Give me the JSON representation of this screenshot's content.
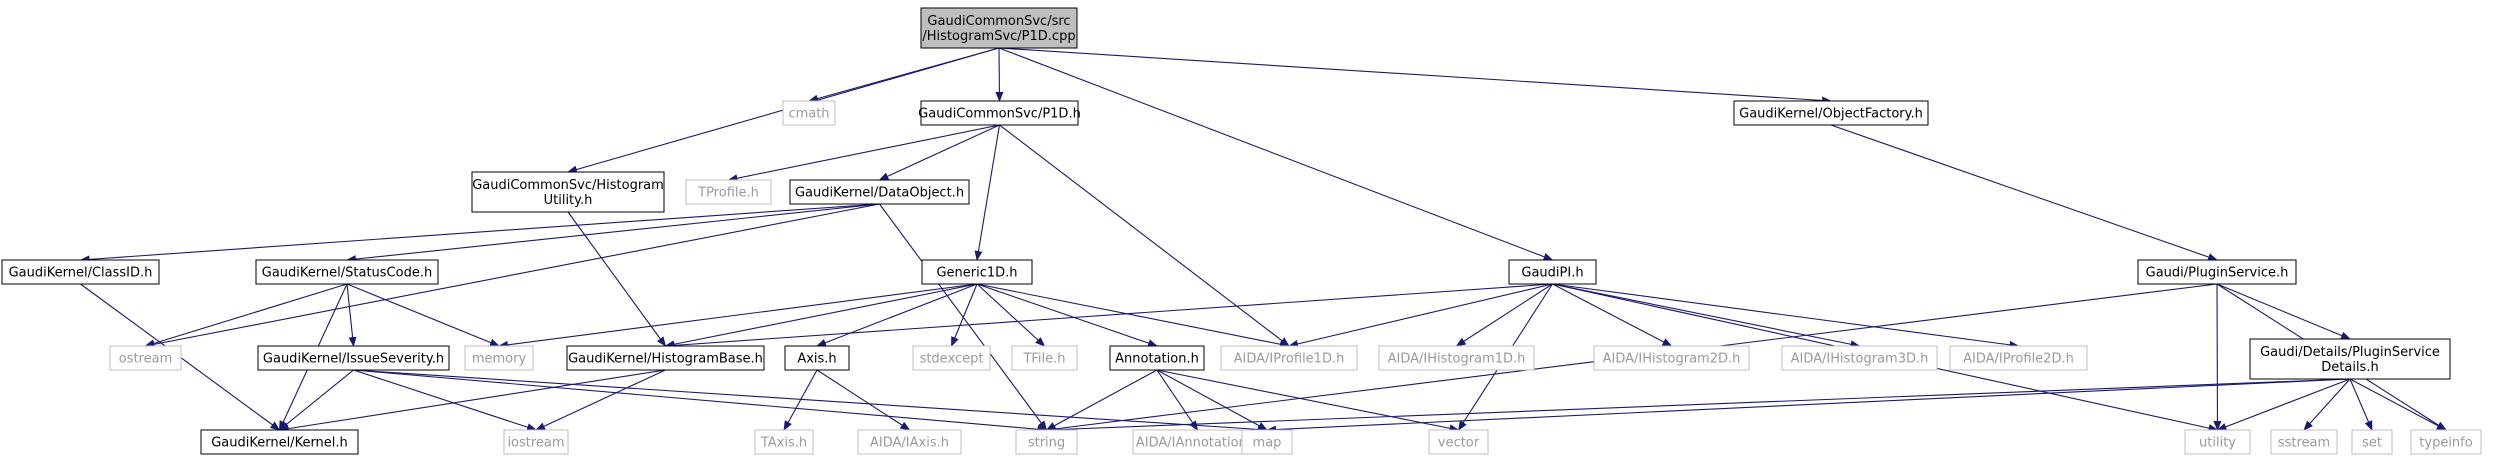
{
  "colors": {
    "edge": "#191970",
    "root_fill": "#bfbfbf",
    "internal_border": "#000000",
    "external_border": "#bfbfbf",
    "external_text": "#9a9a9a"
  },
  "nodes": {
    "root": {
      "lines": [
        "GaudiCommonSvc/src",
        "/HistogramSvc/P1D.cpp"
      ],
      "kind": "root"
    },
    "cmath": {
      "lines": [
        "cmath"
      ],
      "kind": "ext"
    },
    "p1d_h": {
      "lines": [
        "GaudiCommonSvc/P1D.h"
      ],
      "kind": "int"
    },
    "objectfactory": {
      "lines": [
        "GaudiKernel/ObjectFactory.h"
      ],
      "kind": "int"
    },
    "histutil": {
      "lines": [
        "GaudiCommonSvc/Histogram",
        "Utility.h"
      ],
      "kind": "int"
    },
    "tprofile": {
      "lines": [
        "TProfile.h"
      ],
      "kind": "ext"
    },
    "dataobject": {
      "lines": [
        "GaudiKernel/DataObject.h"
      ],
      "kind": "int"
    },
    "classid": {
      "lines": [
        "GaudiKernel/ClassID.h"
      ],
      "kind": "int"
    },
    "statuscode": {
      "lines": [
        "GaudiKernel/StatusCode.h"
      ],
      "kind": "int"
    },
    "generic1d": {
      "lines": [
        "Generic1D.h"
      ],
      "kind": "int"
    },
    "gaudipi": {
      "lines": [
        "GaudiPI.h"
      ],
      "kind": "int"
    },
    "pluginservice": {
      "lines": [
        "Gaudi/PluginService.h"
      ],
      "kind": "int"
    },
    "ostream": {
      "lines": [
        "ostream"
      ],
      "kind": "ext"
    },
    "issueseverity": {
      "lines": [
        "GaudiKernel/IssueSeverity.h"
      ],
      "kind": "int"
    },
    "memory": {
      "lines": [
        "memory"
      ],
      "kind": "ext"
    },
    "histbase": {
      "lines": [
        "GaudiKernel/HistogramBase.h"
      ],
      "kind": "int"
    },
    "axis": {
      "lines": [
        "Axis.h"
      ],
      "kind": "int"
    },
    "stdexcept": {
      "lines": [
        "stdexcept"
      ],
      "kind": "ext"
    },
    "tfile": {
      "lines": [
        "TFile.h"
      ],
      "kind": "ext"
    },
    "annotation": {
      "lines": [
        "Annotation.h"
      ],
      "kind": "int"
    },
    "iprofile1d": {
      "lines": [
        "AIDA/IProfile1D.h"
      ],
      "kind": "ext"
    },
    "ihist1d": {
      "lines": [
        "AIDA/IHistogram1D.h"
      ],
      "kind": "ext"
    },
    "ihist2d": {
      "lines": [
        "AIDA/IHistogram2D.h"
      ],
      "kind": "ext"
    },
    "ihist3d": {
      "lines": [
        "AIDA/IHistogram3D.h"
      ],
      "kind": "ext"
    },
    "iprofile2d": {
      "lines": [
        "AIDA/IProfile2D.h"
      ],
      "kind": "ext"
    },
    "pluginsvcdetails": {
      "lines": [
        "Gaudi/Details/PluginService",
        "Details.h"
      ],
      "kind": "int"
    },
    "kernel": {
      "lines": [
        "GaudiKernel/Kernel.h"
      ],
      "kind": "int"
    },
    "iostream": {
      "lines": [
        "iostream"
      ],
      "kind": "ext"
    },
    "taxis": {
      "lines": [
        "TAxis.h"
      ],
      "kind": "ext"
    },
    "iaxis": {
      "lines": [
        "AIDA/IAxis.h"
      ],
      "kind": "ext"
    },
    "string": {
      "lines": [
        "string"
      ],
      "kind": "ext"
    },
    "iannotation": {
      "lines": [
        "AIDA/IAnnotation.h"
      ],
      "kind": "ext"
    },
    "map": {
      "lines": [
        "map"
      ],
      "kind": "ext"
    },
    "vector": {
      "lines": [
        "vector"
      ],
      "kind": "ext"
    },
    "utility": {
      "lines": [
        "utility"
      ],
      "kind": "ext"
    },
    "sstream": {
      "lines": [
        "sstream"
      ],
      "kind": "ext"
    },
    "set": {
      "lines": [
        "set"
      ],
      "kind": "ext"
    },
    "typeinfo": {
      "lines": [
        "typeinfo"
      ],
      "kind": "ext"
    }
  },
  "edges": [
    [
      "root",
      "cmath"
    ],
    [
      "root",
      "p1d_h"
    ],
    [
      "root",
      "histutil"
    ],
    [
      "root",
      "gaudipi"
    ],
    [
      "root",
      "objectfactory"
    ],
    [
      "p1d_h",
      "tprofile"
    ],
    [
      "p1d_h",
      "dataobject"
    ],
    [
      "p1d_h",
      "generic1d"
    ],
    [
      "p1d_h",
      "iprofile1d"
    ],
    [
      "objectfactory",
      "pluginservice"
    ],
    [
      "histutil",
      "histbase"
    ],
    [
      "dataobject",
      "classid"
    ],
    [
      "dataobject",
      "statuscode"
    ],
    [
      "dataobject",
      "ostream"
    ],
    [
      "dataobject",
      "string"
    ],
    [
      "classid",
      "kernel"
    ],
    [
      "statuscode",
      "ostream"
    ],
    [
      "statuscode",
      "issueseverity"
    ],
    [
      "statuscode",
      "memory"
    ],
    [
      "statuscode",
      "kernel"
    ],
    [
      "issueseverity",
      "kernel"
    ],
    [
      "issueseverity",
      "iostream"
    ],
    [
      "issueseverity",
      "string"
    ],
    [
      "issueseverity",
      "map"
    ],
    [
      "generic1d",
      "memory"
    ],
    [
      "generic1d",
      "histbase"
    ],
    [
      "generic1d",
      "axis"
    ],
    [
      "generic1d",
      "stdexcept"
    ],
    [
      "generic1d",
      "tfile"
    ],
    [
      "generic1d",
      "annotation"
    ],
    [
      "generic1d",
      "iprofile1d"
    ],
    [
      "histbase",
      "kernel"
    ],
    [
      "histbase",
      "iostream"
    ],
    [
      "axis",
      "taxis"
    ],
    [
      "axis",
      "iaxis"
    ],
    [
      "annotation",
      "string"
    ],
    [
      "annotation",
      "iannotation"
    ],
    [
      "annotation",
      "map"
    ],
    [
      "annotation",
      "vector"
    ],
    [
      "gaudipi",
      "histbase"
    ],
    [
      "gaudipi",
      "iprofile1d"
    ],
    [
      "gaudipi",
      "ihist1d"
    ],
    [
      "gaudipi",
      "ihist2d"
    ],
    [
      "gaudipi",
      "ihist3d"
    ],
    [
      "gaudipi",
      "iprofile2d"
    ],
    [
      "gaudipi",
      "vector"
    ],
    [
      "gaudipi",
      "utility"
    ],
    [
      "pluginservice",
      "pluginsvcdetails"
    ],
    [
      "pluginservice",
      "string"
    ],
    [
      "pluginservice",
      "utility"
    ],
    [
      "pluginservice",
      "typeinfo"
    ],
    [
      "pluginsvcdetails",
      "map"
    ],
    [
      "pluginsvcdetails",
      "string"
    ],
    [
      "pluginsvcdetails",
      "utility"
    ],
    [
      "pluginsvcdetails",
      "sstream"
    ],
    [
      "pluginsvcdetails",
      "set"
    ],
    [
      "pluginsvcdetails",
      "typeinfo"
    ]
  ]
}
